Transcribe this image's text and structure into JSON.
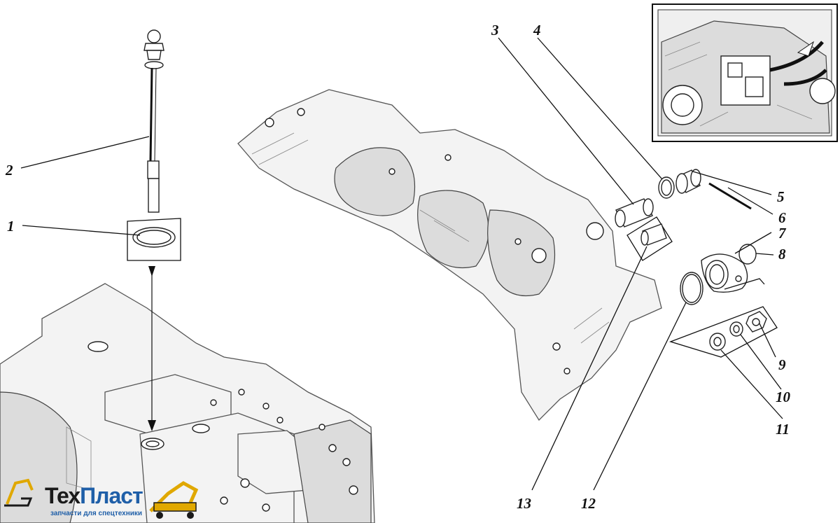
{
  "diagram": {
    "callouts": [
      {
        "label": "1"
      },
      {
        "label": "2"
      },
      {
        "label": "3"
      },
      {
        "label": "4"
      },
      {
        "label": "5"
      },
      {
        "label": "6"
      },
      {
        "label": "7"
      },
      {
        "label": "8"
      },
      {
        "label": "9"
      },
      {
        "label": "10"
      },
      {
        "label": "11"
      },
      {
        "label": "12"
      },
      {
        "label": "13"
      }
    ]
  },
  "logo": {
    "name_part1": "Тех",
    "name_part2": "Пласт",
    "tagline": "запчасти для спецтехники",
    "colors": {
      "primary": "#1a1a1a",
      "accent": "#1f5fa8",
      "machine": "#e0a800"
    }
  }
}
